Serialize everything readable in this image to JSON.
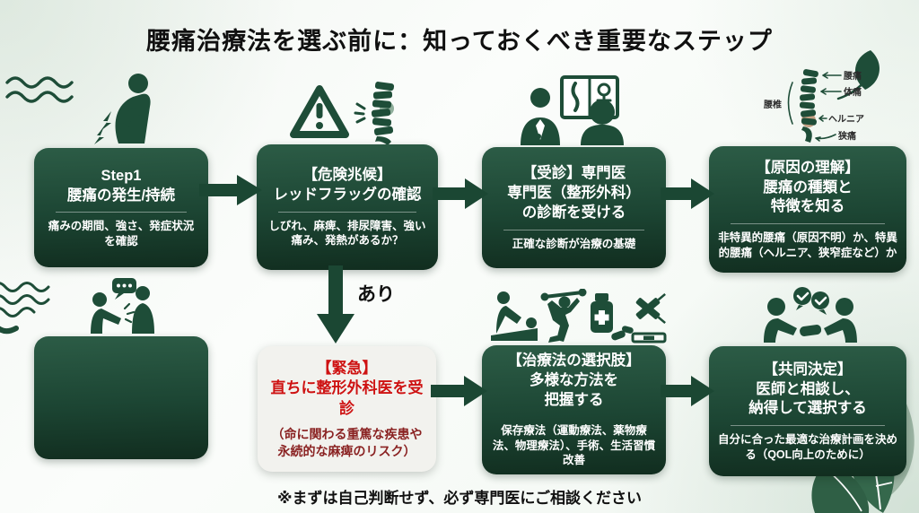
{
  "title": "腰痛治療法を選ぶ前に：知っておくべき重要なステップ",
  "branch_label": "あり",
  "footer": "※まずは自己判断せず、必ず専門医にご相談ください",
  "colors": {
    "box_green_top": "#2c5c46",
    "box_green_bottom": "#112d1f",
    "arrow_green": "#1b4733",
    "emergency_title_red": "#ce1212",
    "emergency_body_red": "#8a2222",
    "background": "#f6faf6"
  },
  "boxes": {
    "step1": {
      "title_lines": [
        "Step1",
        "腰痛の発生/持続"
      ],
      "body": "痛みの期間、強さ、発症状況を確認"
    },
    "redflag": {
      "title_lines": [
        "【危険兆候】",
        "レッドフラッグの確認"
      ],
      "body": "しびれ、麻痺、排尿障害、強い痛み、発熱があるか？"
    },
    "consult": {
      "title_lines": [
        "【受診】専門医",
        "専門医（整形外科）",
        "の診断を受ける"
      ],
      "body": "正確な診断が治療の基礎"
    },
    "cause": {
      "title_lines": [
        "【原因の理解】",
        "腰痛の種類と",
        "特徴を知る"
      ],
      "body": "非特異的腰痛（原因不明）か、特異的腰痛（ヘルニア、狭窄症など）か"
    },
    "emergency": {
      "title_lines": [
        "【緊急】",
        "直ちに整形外科医を受診"
      ],
      "body": "（命に関わる重篤な疾患や永続的な麻痺のリスク）"
    },
    "options": {
      "title_lines": [
        "【治療法の選択肢】",
        "多様な方法を",
        "把握する"
      ],
      "body": "保存療法（運動療法、薬物療法、物理療法）、手術、生活習慣改善"
    },
    "decision": {
      "title_lines": [
        "【共同決定】",
        "医師と相談し、",
        "納得して選択する"
      ],
      "body": "自分に合った最適な治療計画を決める（QOL向上のために）"
    }
  },
  "spine_diagram_labels": {
    "bracket": "腰椎",
    "l1": "腰痛",
    "l2": "体痛",
    "l3": "ヘルニア",
    "l4": "狭痛"
  },
  "icons": {
    "back-pain-person-icon": "person holding painful lower back",
    "warning-spine-icon": "warning triangle with spine",
    "doctor-xray-icon": "doctor showing x-ray to patient",
    "spine-diagram-icon": "labeled spine diagram",
    "conversation-icon": "two people talking with speech bubble",
    "treatment-set-icon": "massage, exercise, medicine, surgery pictograms",
    "handshake-icon": "two people shaking hands with check-mark bubbles",
    "waves-icon": "decorative wavy lines",
    "leaf-icon": "decorative leaves"
  }
}
